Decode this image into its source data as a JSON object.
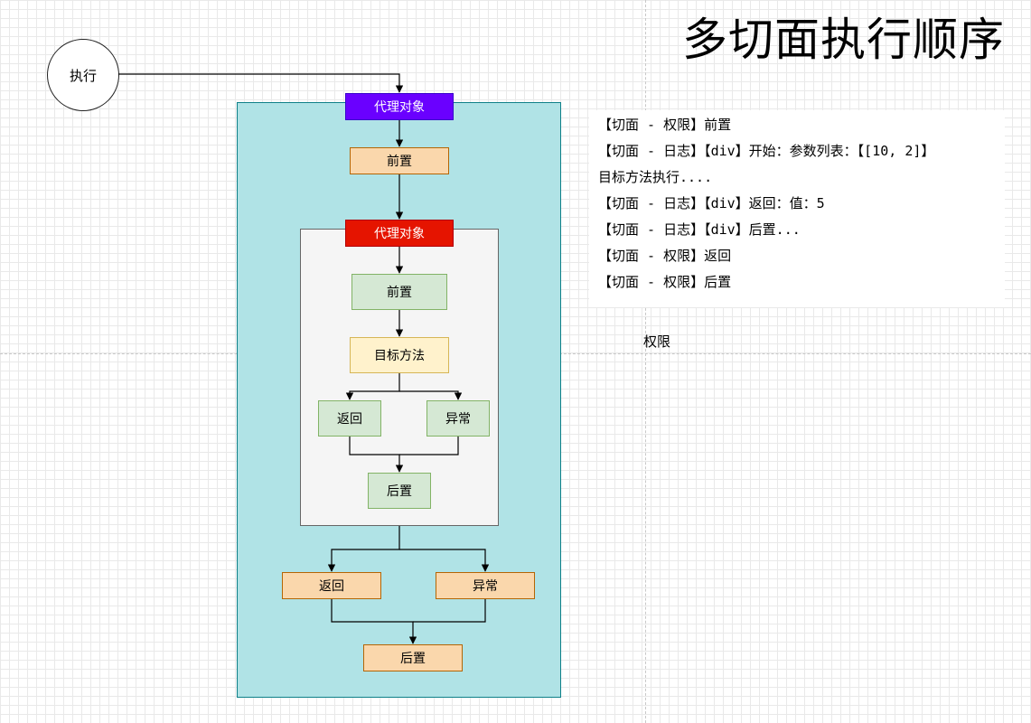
{
  "diagram": {
    "title": "多切面执行顺序",
    "start_node": "执行",
    "outer": {
      "proxy": "代理对象",
      "before": "前置",
      "return": "返回",
      "exception": "异常",
      "after": "后置"
    },
    "inner": {
      "proxy": "代理对象",
      "before": "前置",
      "target": "目标方法",
      "return": "返回",
      "exception": "异常",
      "after": "后置"
    },
    "side_label": "权限"
  },
  "console": {
    "lines": [
      "【切面 - 权限】前置",
      "【切面 - 日志】【div】开始：参数列表：【[10, 2]】",
      "目标方法执行....",
      "【切面 - 日志】【div】返回：值：5",
      "【切面 - 日志】【div】后置...",
      "【切面 - 权限】返回",
      "【切面 - 权限】后置"
    ]
  },
  "colors": {
    "outer_fill": "#b0e3e6",
    "inner_fill": "#f5f5f5",
    "outer_proxy": "#6a00ff",
    "inner_proxy": "#e51400",
    "orange": "#fad7ac",
    "green": "#d5e8d4",
    "yellow": "#fff2cc"
  }
}
